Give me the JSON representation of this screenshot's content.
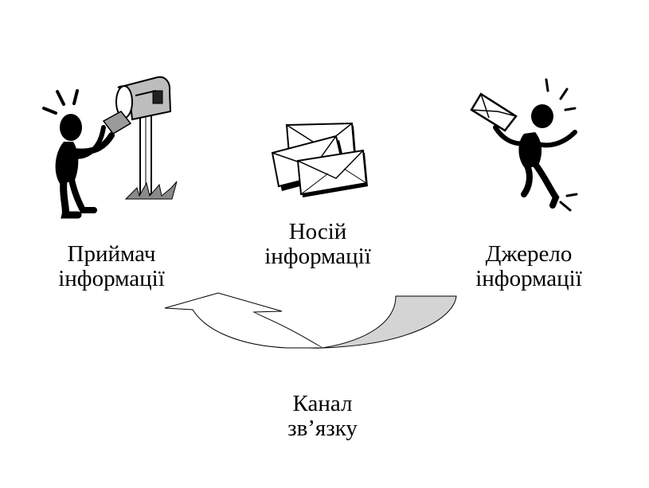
{
  "labels": {
    "receiver": [
      "Приймач",
      "інформації"
    ],
    "carrier": [
      "Носій",
      "інформації"
    ],
    "source": [
      "Джерело",
      "інформації"
    ],
    "channel": [
      "Канал",
      "зв’язку"
    ]
  },
  "colors": {
    "background": "#ffffff",
    "ink": "#000000",
    "arrow_fill": "#d4d4d4",
    "mailbox_fill": "#bdbdbd"
  },
  "icons": {
    "receiver": "stick-figure-with-mailbox-icon",
    "carrier": "envelopes-stack-icon",
    "source": "stick-figure-throwing-letter-icon",
    "channel": "curved-arrow-icon"
  }
}
